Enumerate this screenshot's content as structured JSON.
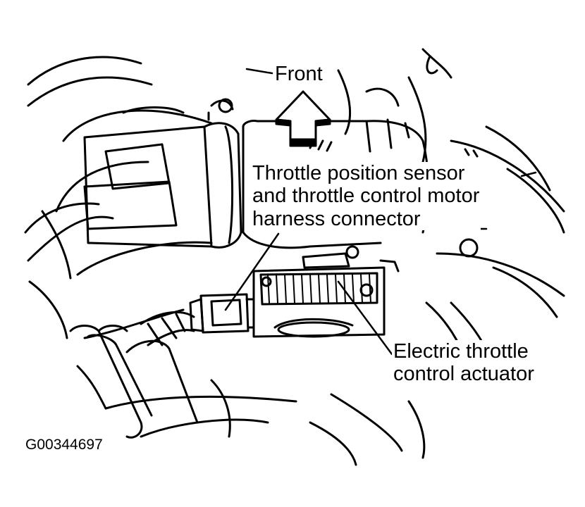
{
  "labels": {
    "front": "Front",
    "tps_line1": "Throttle position sensor",
    "tps_line2": "and throttle control motor",
    "tps_line3": "harness connector",
    "etca_line1": "Electric throttle",
    "etca_line2": "control actuator",
    "figure_id": "G00344697"
  },
  "colors": {
    "ink": "#000000",
    "paper": "#ffffff"
  }
}
